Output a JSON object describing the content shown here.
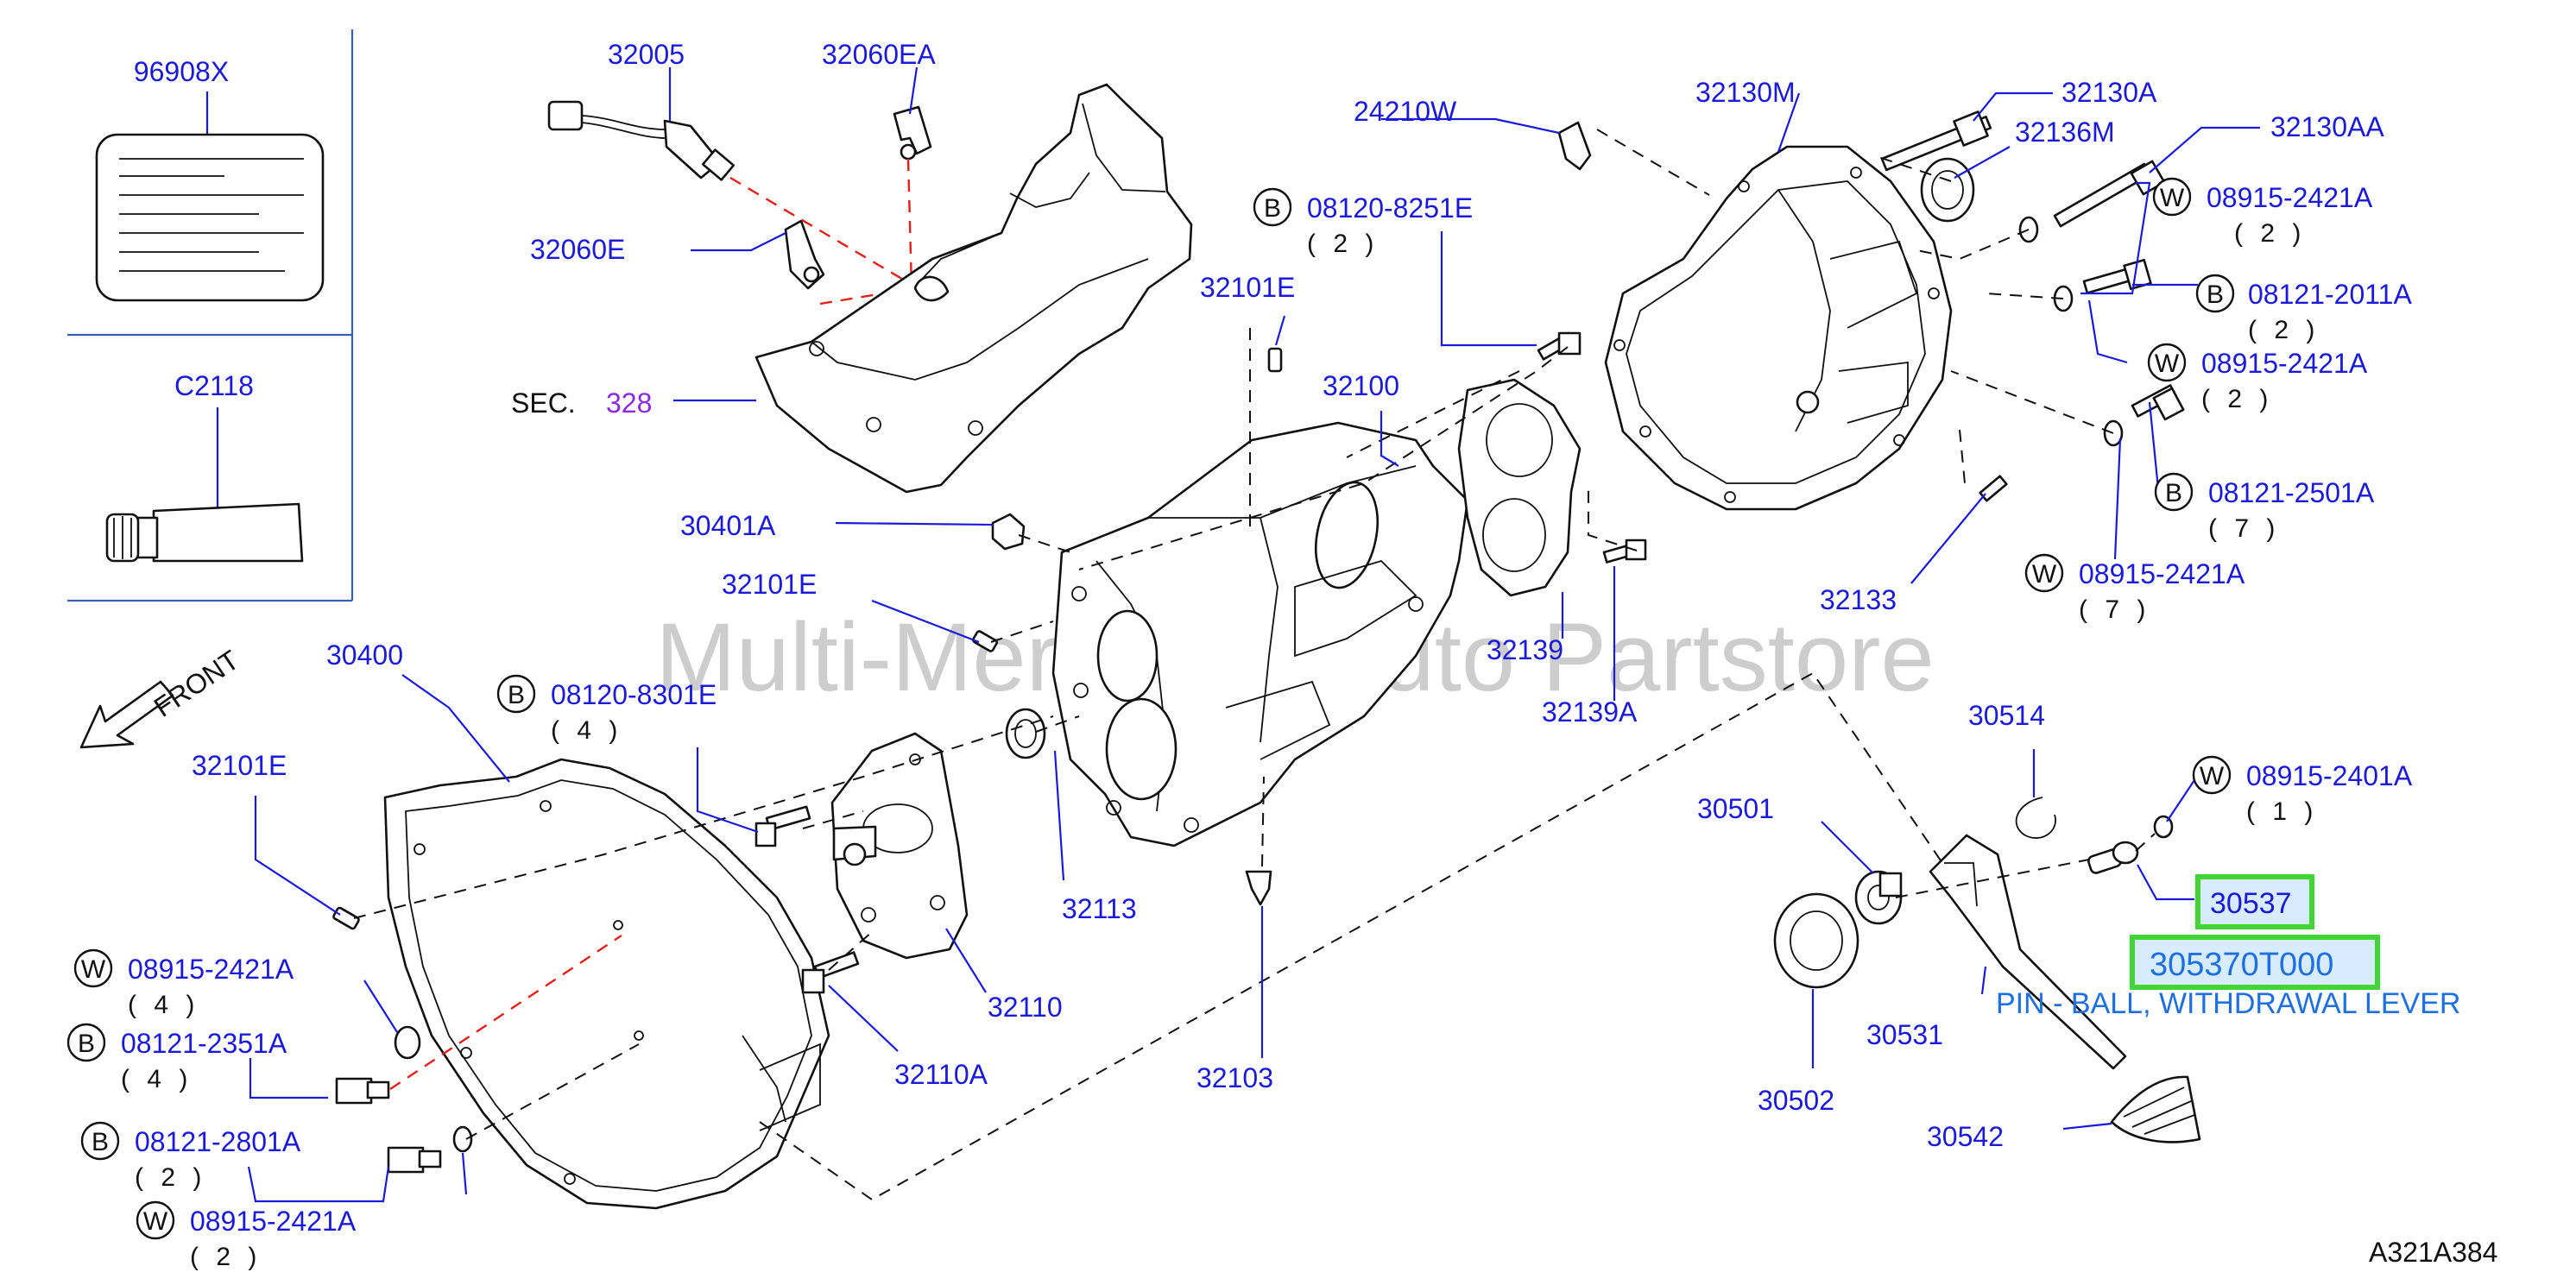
{
  "diagram": {
    "watermark": "Multi-Merchant Auto Partstore",
    "figure_code": "A321A384",
    "front_label": "FRONT",
    "sec_prefix": "SEC.",
    "sec_number": "328",
    "badges": {
      "bolt": "B",
      "washer": "W"
    },
    "inset_labels": {
      "label_plate": "96908X",
      "sealant": "C2118"
    },
    "highlight": {
      "part_no": "30537",
      "part_number": "305370T000",
      "description": "PIN - BALL, WITHDRAWAL LEVER"
    },
    "callouts": {
      "c32005": "32005",
      "c32060EA": "32060EA",
      "c32060E": "32060E",
      "c24210W": "24210W",
      "c32130M": "32130M",
      "c32130A": "32130A",
      "c32136M": "32136M",
      "c32130AA": "32130AA",
      "c32101E_top": "32101E",
      "c32100": "32100",
      "c30401A": "30401A",
      "c32101E_mid": "32101E",
      "c30400": "30400",
      "c32101E_left": "32101E",
      "c32139": "32139",
      "c32139A": "32139A",
      "c32133": "32133",
      "c32113": "32113",
      "c32110": "32110",
      "c32110A": "32110A",
      "c32103": "32103",
      "c30514": "30514",
      "c30501": "30501",
      "c30502": "30502",
      "c30531": "30531",
      "c30542": "30542"
    },
    "fasteners": {
      "f08120_8251E": {
        "part": "08120-8251E",
        "qty": "( 2 )"
      },
      "f08915_2421A_r1": {
        "part": "08915-2421A",
        "qty": "( 2 )"
      },
      "f08121_2011A": {
        "part": "08121-2011A",
        "qty": "( 2 )"
      },
      "f08915_2421A_r2": {
        "part": "08915-2421A",
        "qty": "( 2 )"
      },
      "f08121_2501A": {
        "part": "08121-2501A",
        "qty": "( 7 )"
      },
      "f08915_2421A_r3": {
        "part": "08915-2421A",
        "qty": "( 7 )"
      },
      "f08120_8301E": {
        "part": "08120-8301E",
        "qty": "( 4 )"
      },
      "f08915_2401A": {
        "part": "08915-2401A",
        "qty": "( 1 )"
      },
      "f08915_2421A_l1": {
        "part": "08915-2421A",
        "qty": "( 4 )"
      },
      "f08121_2351A": {
        "part": "08121-2351A",
        "qty": "( 4 )"
      },
      "f08121_2801A": {
        "part": "08121-2801A",
        "qty": "( 2 )"
      },
      "f08915_2421A_l2": {
        "part": "08915-2421A",
        "qty": "( 2 )"
      }
    },
    "colors": {
      "label": "#1a1ad8",
      "line_art": "#111111",
      "highlight_border": "#43d43a",
      "highlight_text": "#1e6fe0",
      "sec_number": "#8a2be2",
      "red_dash": "#e0201a",
      "watermark": "#c8c8c8"
    }
  }
}
